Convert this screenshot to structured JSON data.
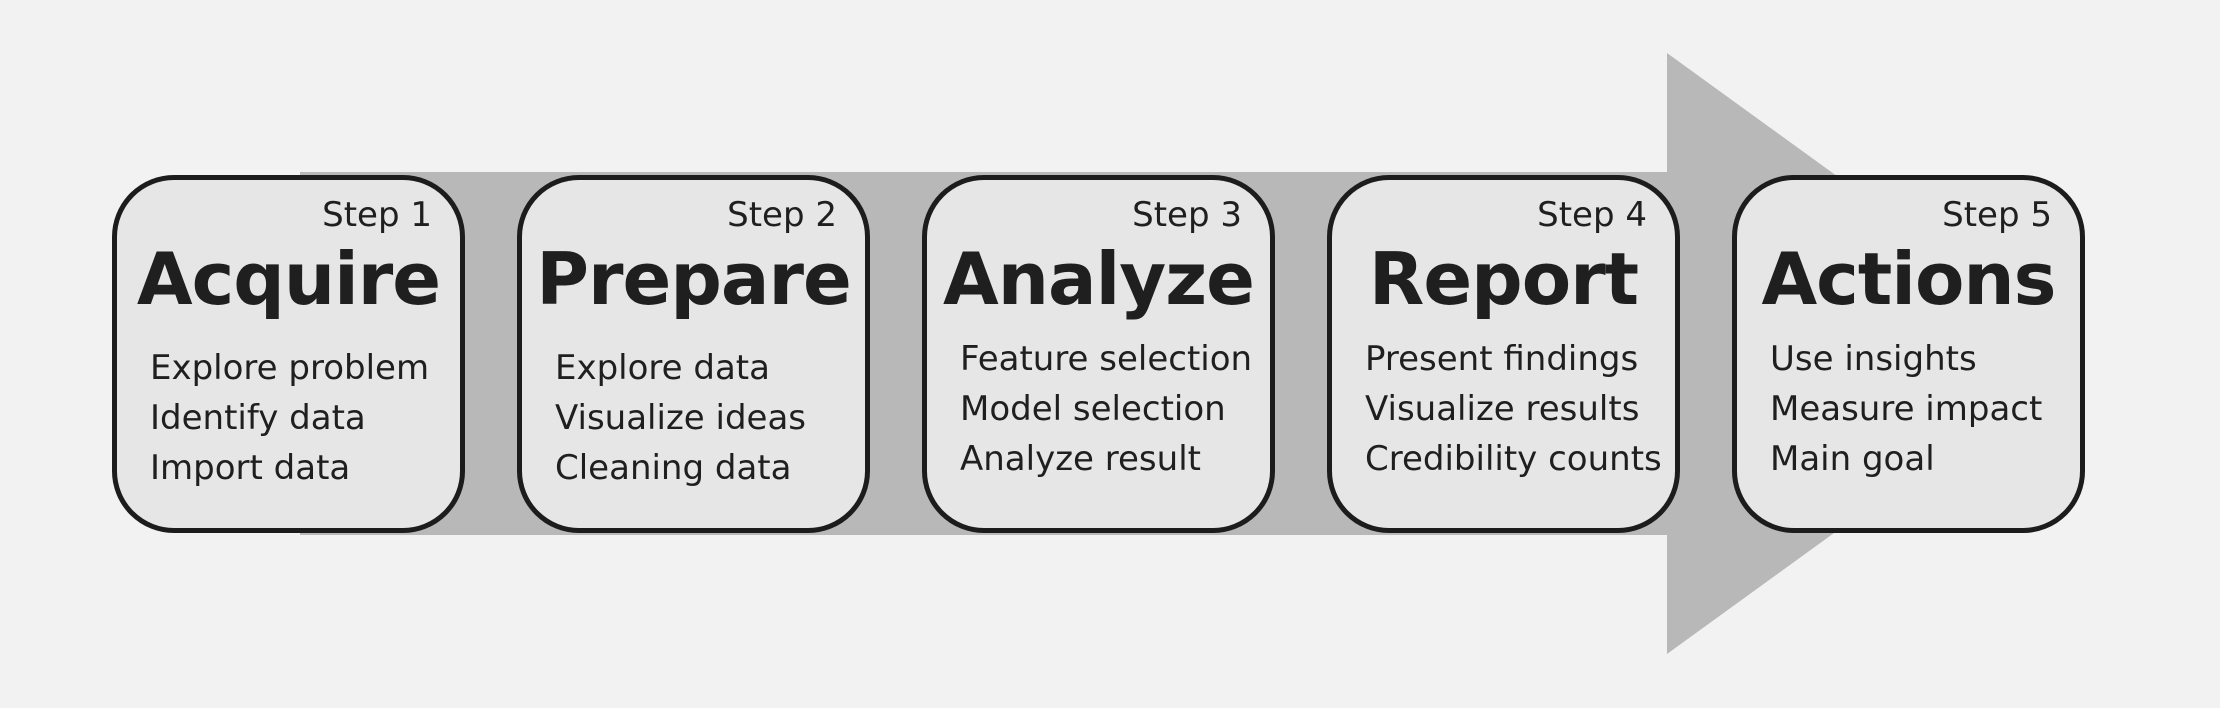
{
  "colors": {
    "background": "#f2f2f2",
    "arrow": "#b8b8b8",
    "box_fill": "#e6e6e6",
    "box_border": "#1c1c1c",
    "text": "#1f1f1f"
  },
  "steps": [
    {
      "step": "Step 1",
      "title": "Acquire",
      "items": [
        "Explore problem",
        "Identify data",
        "Import data"
      ]
    },
    {
      "step": "Step 2",
      "title": "Prepare",
      "items": [
        "Explore data",
        "Visualize ideas",
        "Cleaning data"
      ]
    },
    {
      "step": "Step 3",
      "title": "Analyze",
      "items": [
        "Feature selection",
        "Model selection",
        "Analyze result"
      ]
    },
    {
      "step": "Step 4",
      "title": "Report",
      "items": [
        "Present findings",
        "Visualize results",
        "Credibility counts"
      ]
    },
    {
      "step": "Step 5",
      "title": "Actions",
      "items": [
        "Use insights",
        "Measure impact",
        "Main goal"
      ]
    }
  ]
}
